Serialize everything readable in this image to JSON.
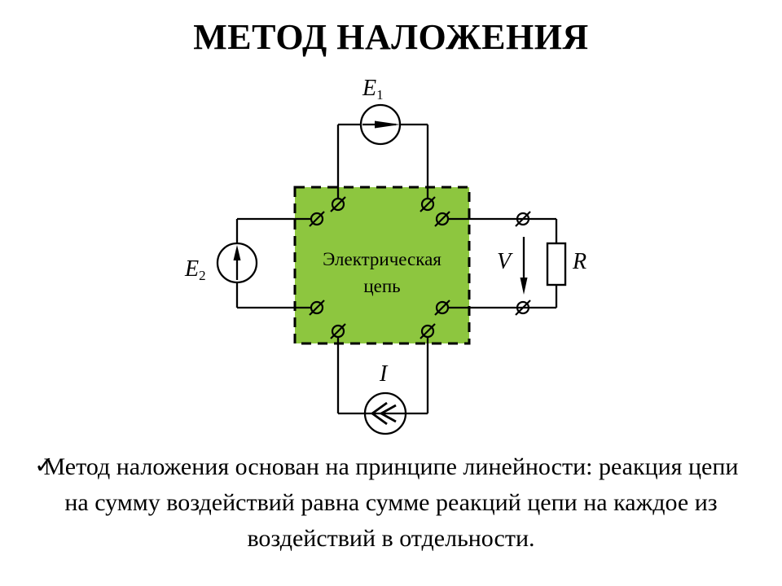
{
  "slide": {
    "title": "МЕТОД НАЛОЖЕНИЯ"
  },
  "diagram": {
    "box": {
      "label_line1": "Электрическая",
      "label_line2": "цепь",
      "fill_color": "#8dc63f",
      "border_color": "#000000"
    },
    "labels": {
      "e1": {
        "base": "E",
        "sub": "1"
      },
      "e2": {
        "base": "E",
        "sub": "2"
      },
      "voltage": "V",
      "resistor": "R",
      "current": "I"
    },
    "wire_color": "#000000"
  },
  "note": {
    "bullet_check_icon": "✓",
    "line1": "Метод наложения основан на принципе линейности: реакция цепи",
    "line2": "на сумму воздействий равна сумме реакций цепи на каждое из",
    "line3": "воздействий в отдельности."
  }
}
